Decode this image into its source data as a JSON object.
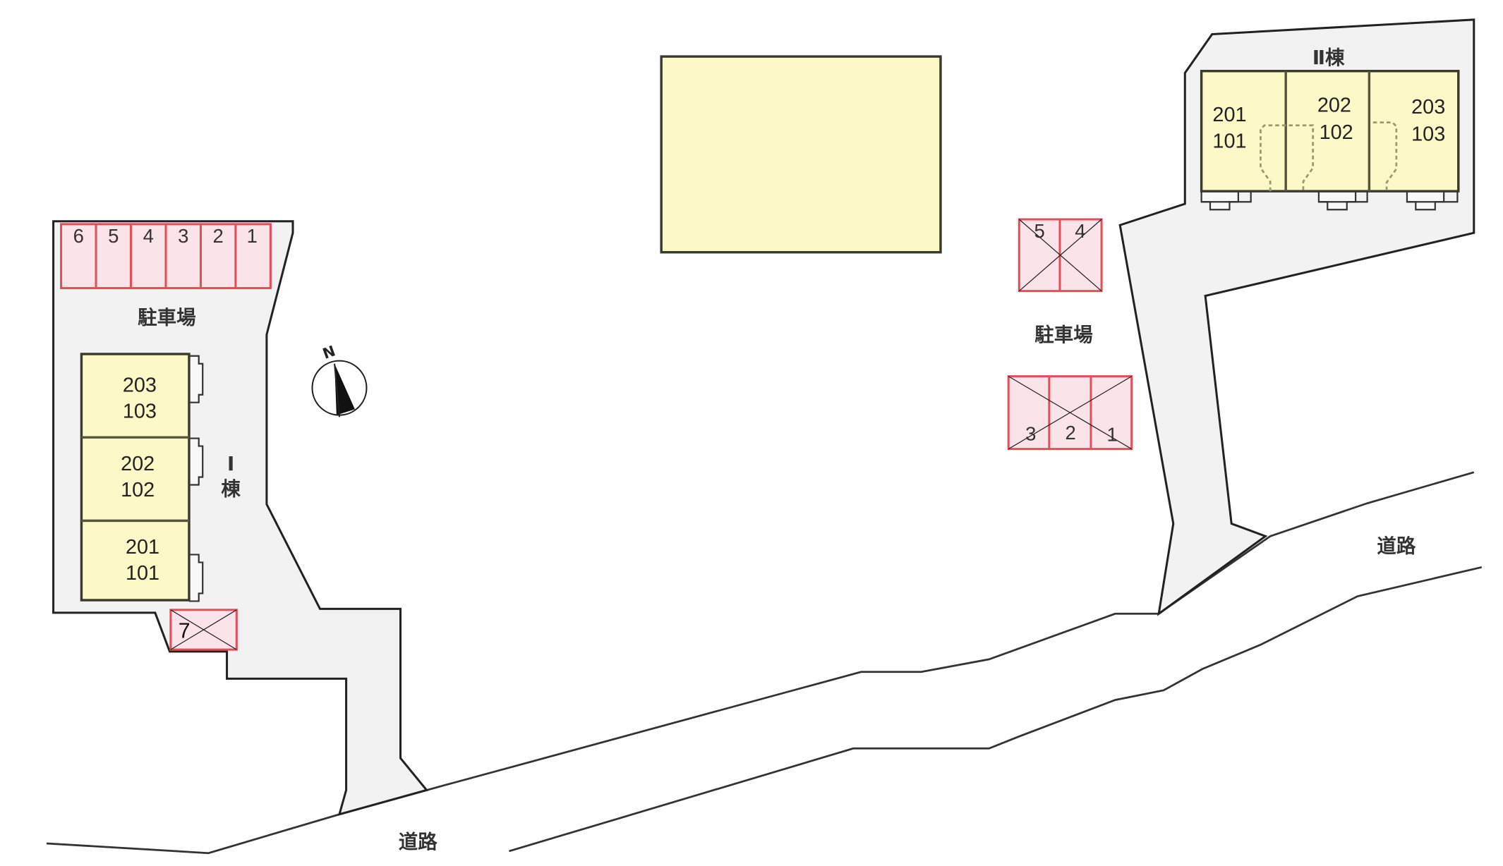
{
  "map": {
    "road_label": "道路",
    "parking_label": "駐車場",
    "north_label": "N",
    "colors": {
      "lot_fill": "#f2f2f2",
      "building_fill": "#fdf8c8",
      "parking_fill": "#fbe3ea",
      "parking_stroke": "#e0505a"
    }
  },
  "building_1": {
    "label_numeral": "Ⅰ",
    "label_kanji": "棟",
    "units": [
      {
        "upper": "203",
        "lower": "103"
      },
      {
        "upper": "202",
        "lower": "102"
      },
      {
        "upper": "201",
        "lower": "101"
      }
    ]
  },
  "building_2": {
    "label": "Ⅱ棟",
    "units": [
      {
        "upper": "201",
        "lower": "101"
      },
      {
        "upper": "202",
        "lower": "102"
      },
      {
        "upper": "203",
        "lower": "103"
      }
    ]
  },
  "parking_left": {
    "label": "駐車場",
    "spaces": [
      "6",
      "5",
      "4",
      "3",
      "2",
      "1"
    ],
    "extra_space": "7"
  },
  "parking_right": {
    "label": "駐車場",
    "top_spaces": [
      "5",
      "4"
    ],
    "bottom_spaces": [
      "3",
      "2",
      "1"
    ]
  },
  "roads": {
    "bottom_label": "道路",
    "right_label": "道路"
  }
}
